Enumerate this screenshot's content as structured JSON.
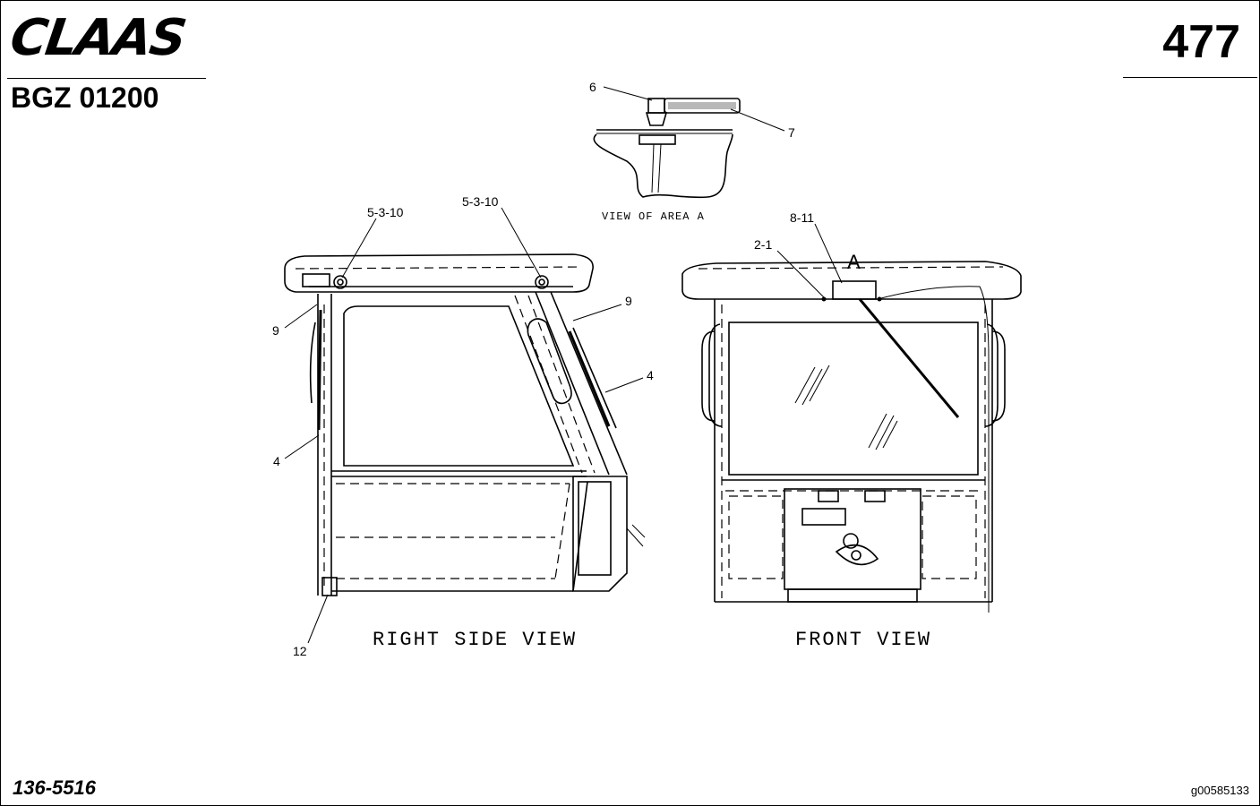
{
  "header": {
    "brand": "CLAAS",
    "doc_code": "BGZ 01200",
    "page_number": "477"
  },
  "footer": {
    "part_number": "136-5516",
    "image_id": "g00585133"
  },
  "detail": {
    "caption": "VIEW OF AREA A",
    "callouts": {
      "c6": "6",
      "c7": "7"
    }
  },
  "right_side_view": {
    "caption": "RIGHT SIDE VIEW",
    "callouts": {
      "c5310_left": "5-3-10",
      "c5310_right": "5-3-10",
      "c9_left": "9",
      "c9_right": "9",
      "c4_left": "4",
      "c4_right": "4",
      "c12": "12"
    }
  },
  "front_view": {
    "caption": "FRONT VIEW",
    "area_label": "A",
    "callouts": {
      "c21": "2-1",
      "c811": "8-11"
    }
  }
}
